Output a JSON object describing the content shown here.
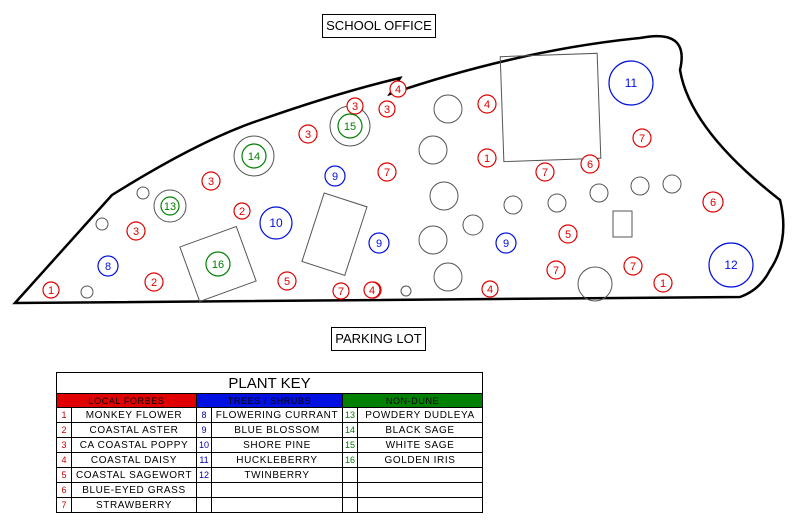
{
  "labels": {
    "school_office": "SCHOOL OFFICE",
    "parking_lot": "PARKING LOT"
  },
  "colors": {
    "forbs": "#e00000",
    "trees": "#0010e0",
    "nondune": "#008000",
    "forbs_text": "#cc0000",
    "trees_text": "#0000aa",
    "nondune_text": "#007a00"
  },
  "markers": [
    {
      "n": "1",
      "g": "forbs"
    },
    {
      "n": "2",
      "g": "forbs"
    },
    {
      "n": "3",
      "g": "forbs"
    },
    {
      "n": "3",
      "g": "forbs"
    },
    {
      "n": "3",
      "g": "forbs"
    },
    {
      "n": "2",
      "g": "forbs"
    },
    {
      "n": "3",
      "g": "forbs"
    },
    {
      "n": "3",
      "g": "forbs"
    },
    {
      "n": "4",
      "g": "forbs"
    },
    {
      "n": "5",
      "g": "forbs"
    },
    {
      "n": "7",
      "g": "forbs"
    },
    {
      "n": "4",
      "g": "forbs"
    },
    {
      "n": "7",
      "g": "forbs"
    },
    {
      "n": "4",
      "g": "forbs"
    },
    {
      "n": "1",
      "g": "forbs"
    },
    {
      "n": "4",
      "g": "forbs"
    },
    {
      "n": "7",
      "g": "forbs"
    },
    {
      "n": "6",
      "g": "forbs"
    },
    {
      "n": "5",
      "g": "forbs"
    },
    {
      "n": "7",
      "g": "forbs"
    },
    {
      "n": "7",
      "g": "forbs"
    },
    {
      "n": "7",
      "g": "forbs"
    },
    {
      "n": "1",
      "g": "forbs"
    },
    {
      "n": "6",
      "g": "forbs"
    },
    {
      "n": "4",
      "g": "forbs"
    },
    {
      "n": "8",
      "g": "trees"
    },
    {
      "n": "10",
      "g": "trees"
    },
    {
      "n": "9",
      "g": "trees"
    },
    {
      "n": "9",
      "g": "trees"
    },
    {
      "n": "9",
      "g": "trees"
    },
    {
      "n": "11",
      "g": "trees"
    },
    {
      "n": "12",
      "g": "trees"
    },
    {
      "n": "13",
      "g": "nondune"
    },
    {
      "n": "14",
      "g": "nondune"
    },
    {
      "n": "15",
      "g": "nondune"
    },
    {
      "n": "16",
      "g": "nondune"
    }
  ],
  "key": {
    "title": "PLANT KEY",
    "headers": [
      "LOCAL FORBES",
      "TREES / SHRUBS",
      "NON-DUNE"
    ],
    "rows": [
      [
        {
          "n": "1",
          "name": "MONKEY FLOWER"
        },
        {
          "n": "8",
          "name": "FLOWERING CURRANT"
        },
        {
          "n": "13",
          "name": "POWDERY DUDLEYA"
        }
      ],
      [
        {
          "n": "2",
          "name": "COASTAL ASTER"
        },
        {
          "n": "9",
          "name": "BLUE BLOSSOM"
        },
        {
          "n": "14",
          "name": "BLACK SAGE"
        }
      ],
      [
        {
          "n": "3",
          "name": "CA COASTAL POPPY"
        },
        {
          "n": "10",
          "name": "SHORE PINE"
        },
        {
          "n": "15",
          "name": "WHITE SAGE"
        }
      ],
      [
        {
          "n": "4",
          "name": "COASTAL DAISY"
        },
        {
          "n": "11",
          "name": "HUCKLEBERRY"
        },
        {
          "n": "16",
          "name": "GOLDEN IRIS"
        }
      ],
      [
        {
          "n": "5",
          "name": "COASTAL SAGEWORT"
        },
        {
          "n": "12",
          "name": "TWINBERRY"
        },
        {
          "n": "",
          "name": ""
        }
      ],
      [
        {
          "n": "6",
          "name": "BLUE-EYED GRASS"
        },
        {
          "n": "",
          "name": ""
        },
        {
          "n": "",
          "name": ""
        }
      ],
      [
        {
          "n": "7",
          "name": "STRAWBERRY"
        },
        {
          "n": "",
          "name": ""
        },
        {
          "n": "",
          "name": ""
        }
      ]
    ]
  }
}
